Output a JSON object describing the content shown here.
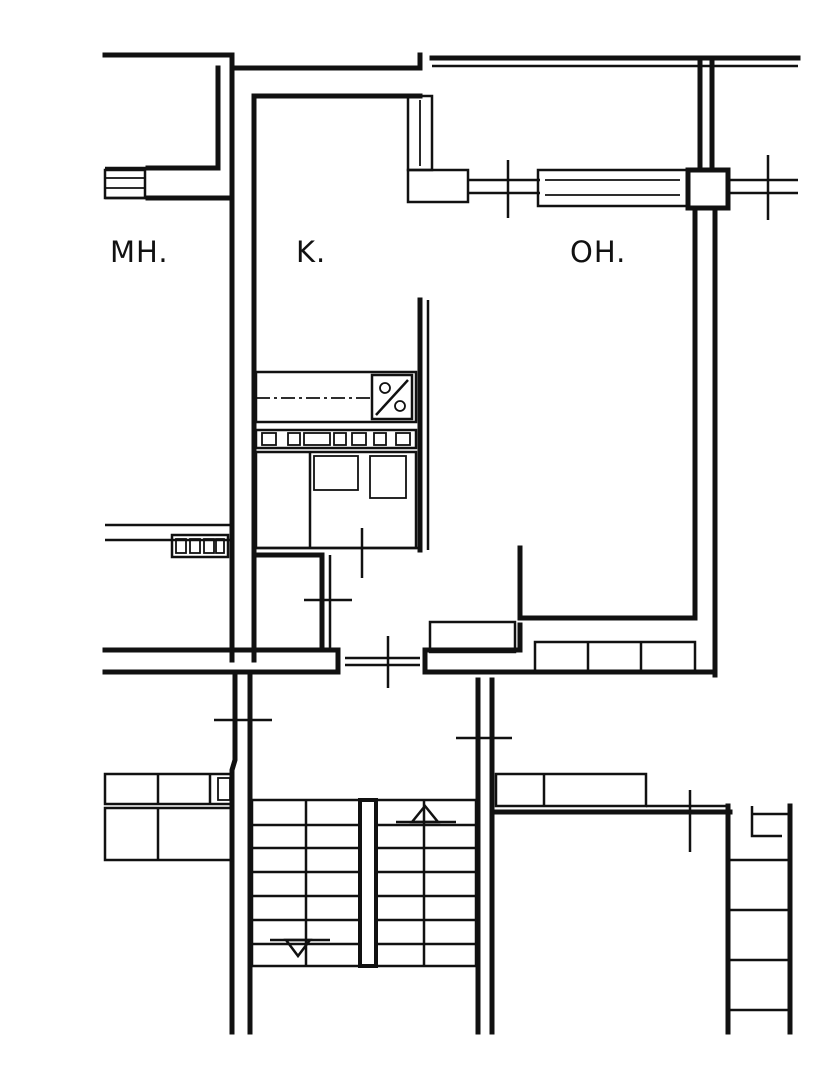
{
  "floor_plan": {
    "rooms": [
      {
        "id": "mh",
        "label": "MH."
      },
      {
        "id": "k",
        "label": "K."
      },
      {
        "id": "oh",
        "label": "OH."
      }
    ],
    "colors": {
      "background": "#ffffff",
      "ink": "#111111"
    },
    "elements": [
      "exterior-walls",
      "interior-walls",
      "windows",
      "doors",
      "kitchen-counter",
      "stove-icon",
      "cabinets",
      "wardrobe",
      "stairwell",
      "stair-up-arrow",
      "stair-down-arrow"
    ]
  }
}
